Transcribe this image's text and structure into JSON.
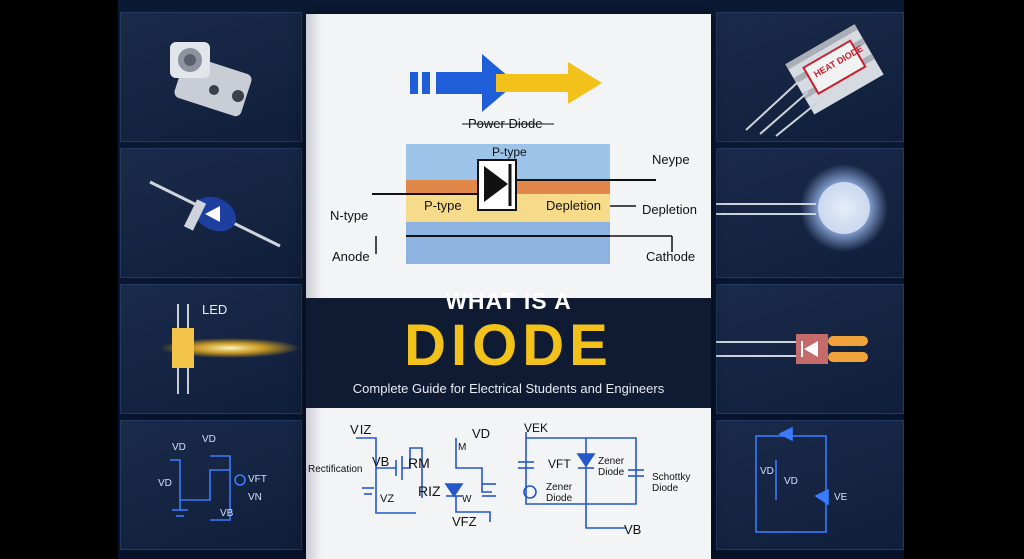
{
  "cover": {
    "title_small": "WHAT IS A",
    "title_big": "DIODE",
    "subtitle": "Complete Guide for Electrical Students and Engineers"
  },
  "diagram": {
    "power_diode": "Power Diode",
    "p_type_top": "P-type",
    "neype": "Neype",
    "n_type": "N-type",
    "p_type_mid": "P-type",
    "depletion_inner": "Depletion",
    "depletion_outer": "Depletion",
    "anode": "Anode",
    "cathode": "Cathode"
  },
  "circuits": {
    "v_iz": "V IZ",
    "rectification": "Rectification",
    "vb": "VB",
    "rm": "RM",
    "vz": "VZ",
    "riz": "RIZ",
    "m": "M",
    "vd": "VD",
    "w": "W",
    "vfz": "VFZ",
    "vek": "VEK",
    "vft": "VFT",
    "zener_left": "Zener\nDiode",
    "zener_right": "Zener\nDiode",
    "schottky": "Schottky\nDiode",
    "vb_bottom": "VB"
  },
  "side_labels": {
    "heat_diode": "HEAT DIODE",
    "led": "LED",
    "vd": "VD",
    "vd2": "VD",
    "vd3": "VD",
    "vft": "VFT",
    "vn": "VN",
    "vb": "VB",
    "vd_r1": "VD",
    "vd_r2": "VD",
    "ve": "VE"
  },
  "colors": {
    "accent_yellow": "#f2c21b",
    "navy": "#0e1b33",
    "blue_arrow": "#1e5fd9",
    "circuit_blue": "#2457c9"
  }
}
